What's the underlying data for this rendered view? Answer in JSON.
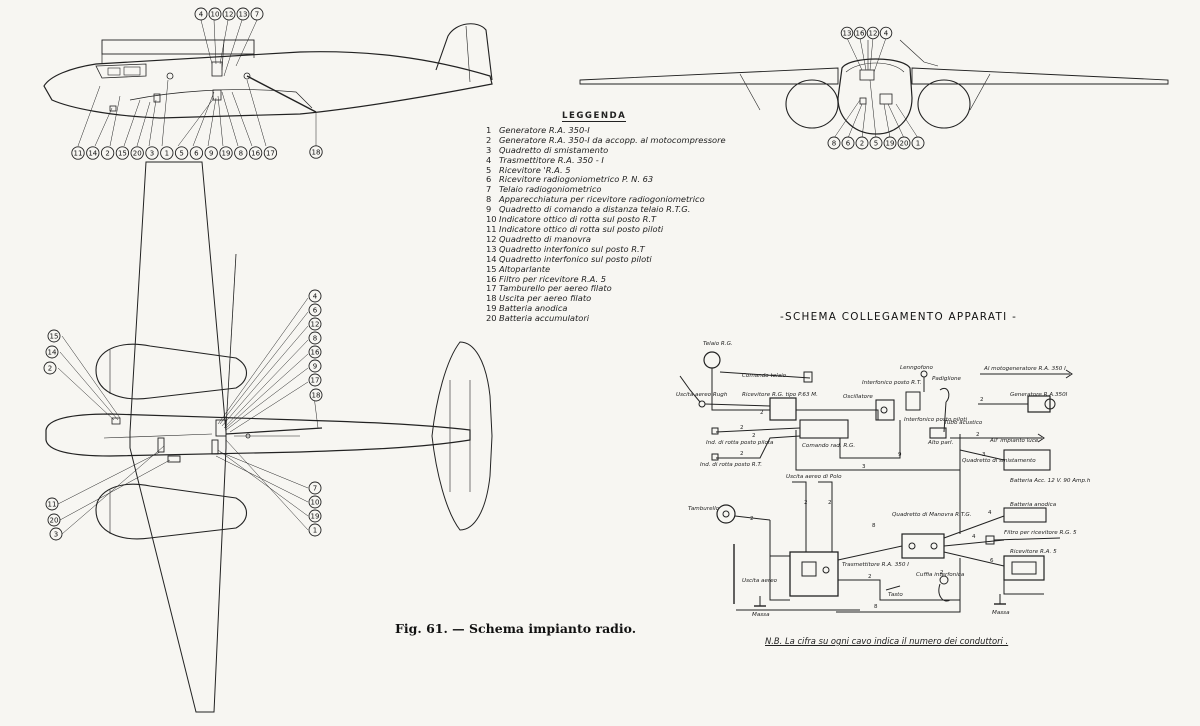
{
  "legend": {
    "title": "LEGGENDA",
    "items": [
      {
        "num": "1",
        "text": "Generatore  R.A. 350-I"
      },
      {
        "num": "2",
        "text": "Generatore  R.A. 350-I  da accopp. al motocompressore"
      },
      {
        "num": "3",
        "text": "Quadretto  di  smistamento"
      },
      {
        "num": "4",
        "text": "Trasmettitore  R.A. 350 - I"
      },
      {
        "num": "5",
        "text": "Ricevitore  'R.A. 5"
      },
      {
        "num": "6",
        "text": "Ricevitore   radiogoniometrico   P. N. 63"
      },
      {
        "num": "7",
        "text": "Telaio    radiogoniometrico"
      },
      {
        "num": "8",
        "text": "Apparecchiatura  per  ricevitore  radiogoniometrico"
      },
      {
        "num": "9",
        "text": "Quadretto  di comando  a distanza telaio  R.T.G."
      },
      {
        "num": "10",
        "text": "Indicatore  ottico di  rotta  sul posto  R.T"
      },
      {
        "num": "11",
        "text": "Indicatore  ottico  di rotta   sul  posto  piloti"
      },
      {
        "num": "12",
        "text": "Quadretto  di  manovra"
      },
      {
        "num": "13",
        "text": "Quadretto   interfonico   sul posto  R.T"
      },
      {
        "num": "14",
        "text": "Quadretto   interfonico   sul posto piloti"
      },
      {
        "num": "15",
        "text": "Altoparlante"
      },
      {
        "num": "16",
        "text": "Filtro  per   ricevitore   R.A. 5"
      },
      {
        "num": "17",
        "text": "Tamburello  per  aereo  filato"
      },
      {
        "num": "18",
        "text": "Uscita    per  aereo  filato"
      },
      {
        "num": "19",
        "text": "Batteria   anodica"
      },
      {
        "num": "20",
        "text": "Batteria  accumulatori"
      }
    ]
  },
  "caption": "Fig. 61. — Schema impianto radio.",
  "schema": {
    "title": "-SCHEMA   COLLEGAMENTO   APPARATI -",
    "note": "N.B.  La  cifra  su  ogni   cavo  indica  il  numero  dei  conduttori .",
    "labels": {
      "telaio": "Telaio  R.G.",
      "comando_telaio": "Comando  telaio",
      "uscita_aereo_rugh": "Uscita    aereo Rugh",
      "ricevitore_rg": "Ricevitore  R.G. tipo  P.63 M.",
      "ind_rotta_pilota": "Ind. di  rotta  posto pilota",
      "comando_rg": "Comando  rad. R.G.",
      "ind_rotta_rt": "Ind. di  rotta  posto  R.T.",
      "oscillatore": "Oscillatore",
      "interfonico_rt": "Interfonico  posto R.T.",
      "lenngofono": "Lenngofono",
      "interfonico_piloti": "Interfonico posto  piloti",
      "padiglione": "Padiglione",
      "tubo_acustico": "Tubo  acustico",
      "alto_parl": "Alto  parl.",
      "al_motogeneratore": "Al  motogeneratore  R.A. 350 I",
      "generatore": "Generatore  R.A.350I",
      "impianto_luce": "All' impianto luce",
      "quadretto_smist": "Quadretto  di smistamento",
      "batteria_12v": "Batteria  Acc. 12 V.  90 Amp.h",
      "uscita_aereo_polo": "Uscita  aereo  di  Polo",
      "tamburello": "Tamburello",
      "quadretto_manovra": "Quadretto  di  Manovra  R.T.G.",
      "batteria_anodica": "Batteria  anodica",
      "filtro_rg5": "Filtro  per  ricevitore  R.G. 5",
      "ricevitore_ra5": "Ricevitore  R.A. 5",
      "trasmettitore": "Trasmettitore R.A. 350 I",
      "cuffia": "Cuffia  interfonica",
      "uscita_aereo": "Uscita  aereo",
      "massa_1": "Massa",
      "tasto": "Tasto",
      "massa_2": "Massa"
    },
    "wire_counts": [
      "2",
      "2",
      "2",
      "2",
      "3",
      "9",
      "2",
      "2",
      "3",
      "2",
      "2",
      "8",
      "2",
      "4",
      "4",
      "6",
      "2",
      "8",
      "2"
    ]
  },
  "callouts": {
    "side_top": [
      "4",
      "10",
      "12",
      "13",
      "7"
    ],
    "side_bottom": [
      "11",
      "14",
      "2",
      "15",
      "20",
      "3",
      "1",
      "5",
      "6",
      "9",
      "19",
      "8",
      "16",
      "17",
      "18"
    ],
    "front_top": [
      "13",
      "16",
      "12",
      "4"
    ],
    "front_bottom": [
      "8",
      "6",
      "2",
      "5",
      "19",
      "20",
      "1"
    ],
    "plan_left": [
      "15",
      "14",
      "2",
      "11",
      "20",
      "3"
    ],
    "plan_right": [
      "4",
      "6",
      "12",
      "8",
      "16",
      "9",
      "17",
      "18",
      "7",
      "10",
      "19",
      "1"
    ]
  }
}
